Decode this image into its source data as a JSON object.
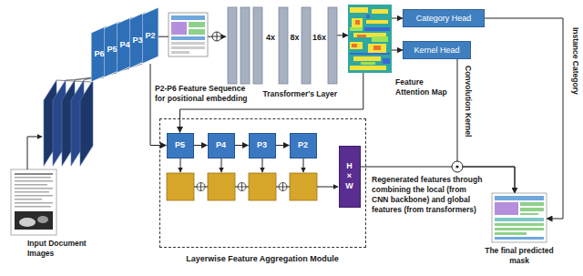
{
  "diagram": {
    "nodes": [
      {
        "text": [
          "P6"
        ]
      },
      {
        "text": [
          "P5"
        ]
      },
      {
        "text": [
          "P4"
        ]
      },
      {
        "text": [
          "P3"
        ]
      },
      {
        "text": [
          "P2"
        ]
      },
      {
        "text": [
          "4x",
          "8x",
          "16x",
          "Transformer's Layer"
        ]
      },
      {
        "text": [
          "Feature Attention Map"
        ]
      },
      {
        "text": [
          "Category Head"
        ]
      },
      {
        "text": [
          "Kernel Head"
        ]
      },
      {
        "text": [
          "Layerwise Feature Aggregation Module"
        ]
      },
      {
        "text": [
          "P5"
        ],
        "in": 9
      },
      {
        "text": [
          "P4"
        ],
        "in": 9
      },
      {
        "text": [
          "P3"
        ],
        "in": 9
      },
      {
        "text": [
          "P2"
        ],
        "in": 9
      },
      {
        "text": [
          "H × W"
        ],
        "in": 9
      },
      {
        "text": [
          "The final predicted mask"
        ]
      },
      {
        "text": [
          "Input Document Images"
        ]
      }
    ],
    "edges": [
      {
        "from": 4,
        "to": 5,
        "arrow": "to"
      },
      {
        "from": 5,
        "to": 6,
        "arrow": "to"
      },
      {
        "from": 6,
        "to": 7,
        "arrow": "to"
      },
      {
        "from": 6,
        "to": 8,
        "arrow": "to"
      },
      {
        "from": 6,
        "to": 10,
        "arrow": "to"
      },
      {
        "from": 4,
        "to": 10,
        "arrow": "to"
      },
      {
        "from": 10,
        "to": 11,
        "arrow": "to"
      },
      {
        "from": 11,
        "to": 12,
        "arrow": "to"
      },
      {
        "from": 12,
        "to": 13,
        "arrow": "to"
      },
      {
        "from": 14,
        "to": 15,
        "arrow": "to"
      },
      {
        "from": 8,
        "to": 15,
        "label": "Convolution Kernel",
        "arrow": "to"
      },
      {
        "from": 7,
        "to": 15,
        "label": "Instance Category",
        "arrow": "to"
      }
    ],
    "labels": [
      "P2-P6 Feature Sequence for positional embedding",
      "Regenerated features through combining the local (from CNN backbone) and global features (from transformers)"
    ]
  }
}
